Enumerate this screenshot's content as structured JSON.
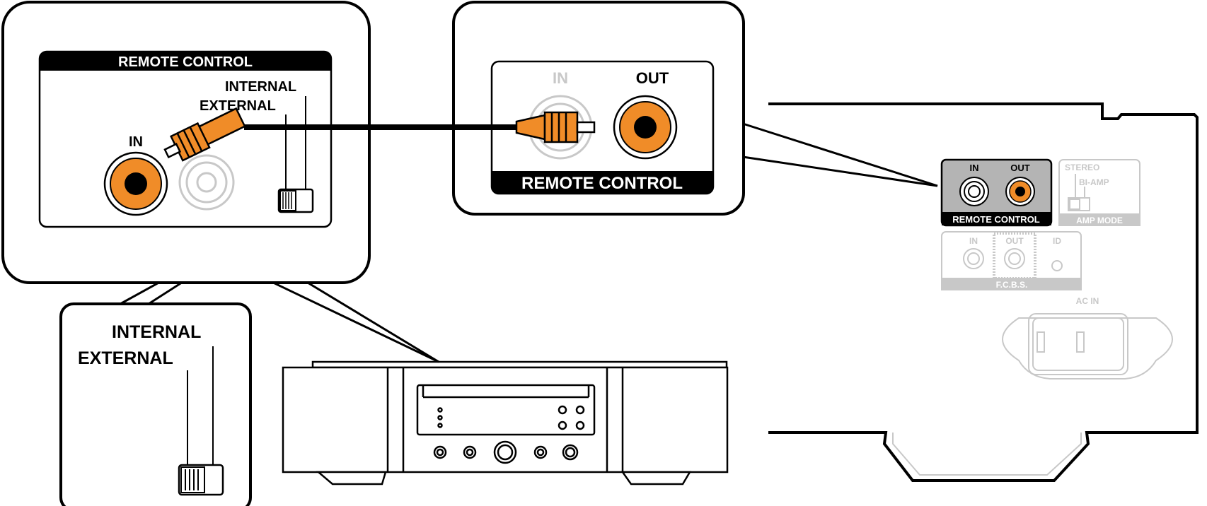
{
  "colors": {
    "orange": "#F08C28",
    "black": "#000000",
    "grey": "#C8C8C8",
    "panel_grey": "#B4B4B4"
  },
  "callout_left": {
    "title": "REMOTE CONTROL",
    "label_internal": "INTERNAL",
    "label_external": "EXTERNAL",
    "label_in": "IN"
  },
  "callout_switch": {
    "label_internal": "INTERNAL",
    "label_external": "EXTERNAL"
  },
  "callout_center": {
    "label_in": "IN",
    "label_out": "OUT",
    "title": "REMOTE CONTROL"
  },
  "rear_panel": {
    "rc_in": "IN",
    "rc_out": "OUT",
    "rc_title": "REMOTE CONTROL",
    "amp_stereo": "STEREO",
    "amp_biamp": "BI-AMP",
    "amp_title": "AMP MODE",
    "fcbs_in": "IN",
    "fcbs_out": "OUT",
    "fcbs_id": "ID",
    "fcbs_title": "F.C.B.S.",
    "ac_in": "AC IN"
  }
}
